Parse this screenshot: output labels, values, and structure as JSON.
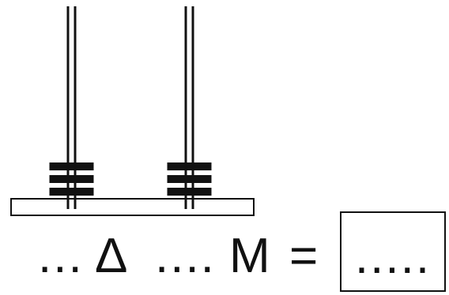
{
  "abacus": {
    "rods": [
      {
        "beads": 3
      },
      {
        "beads": 3
      }
    ]
  },
  "expression": {
    "blank_left": "...",
    "symbol_delta": "Δ",
    "blank_middle": "....",
    "symbol_m": "M",
    "equals": "=",
    "answer_placeholder": "....."
  }
}
